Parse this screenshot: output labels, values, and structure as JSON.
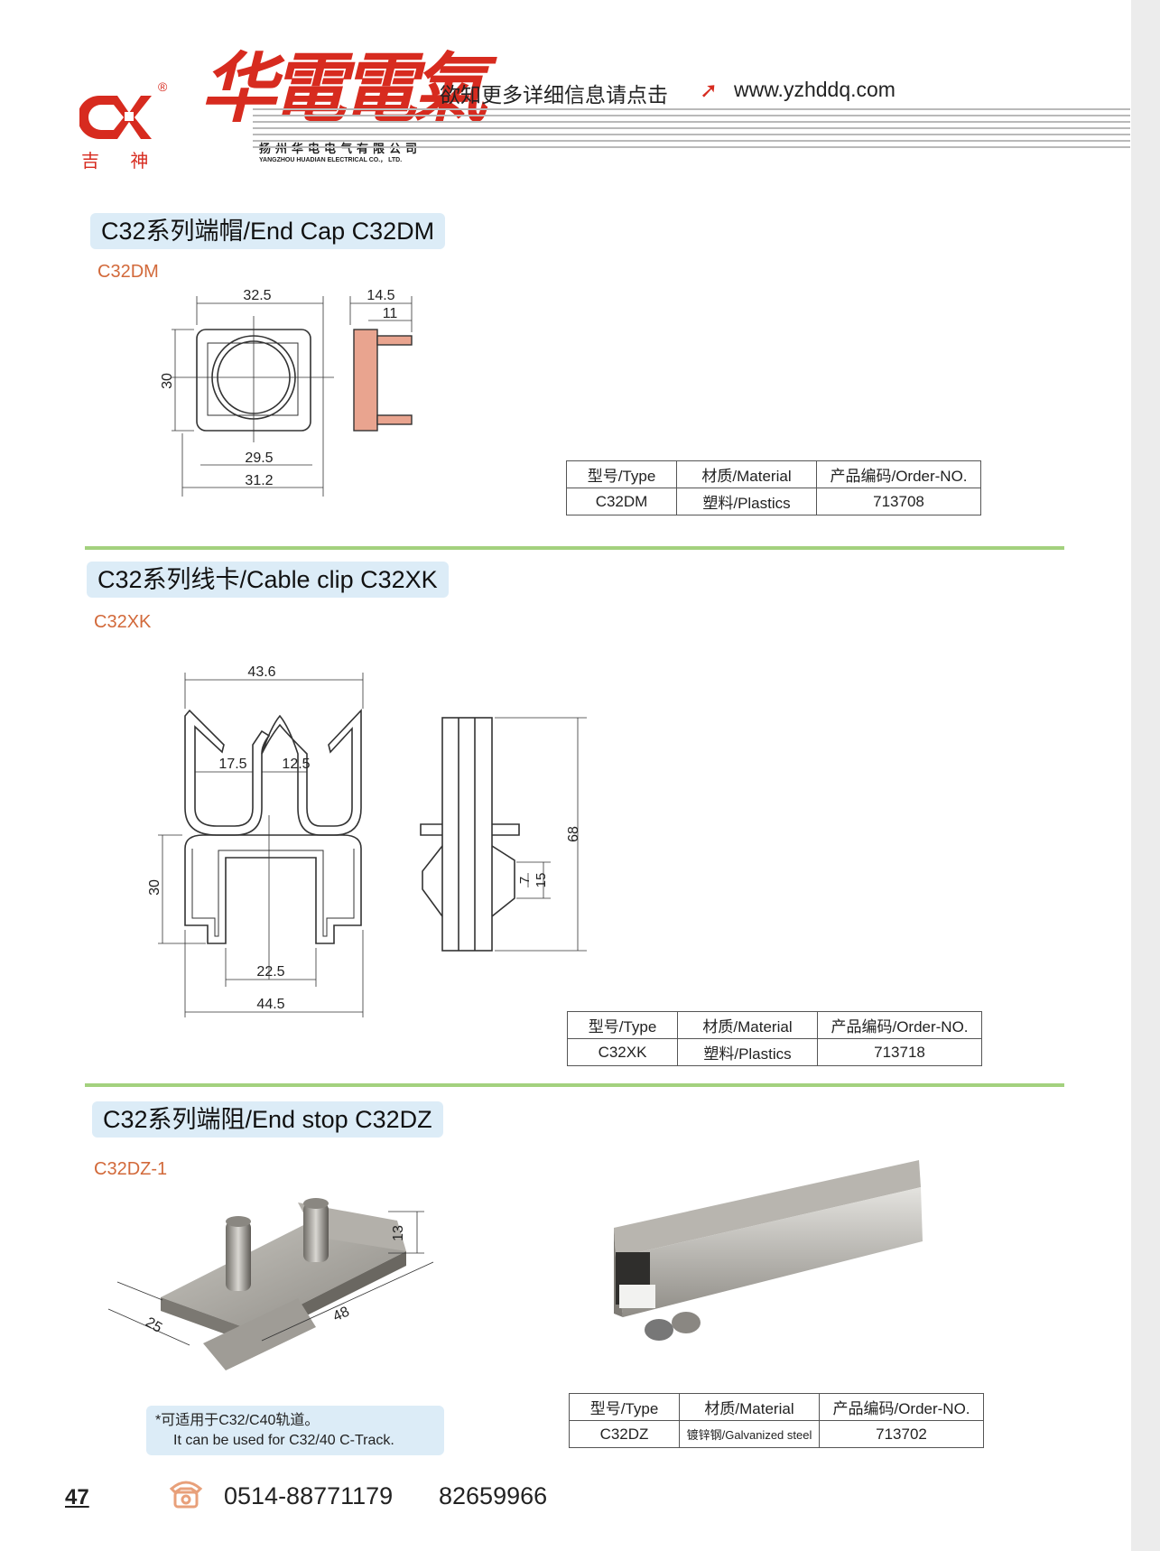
{
  "header": {
    "brand_sub_cn": "吉 神",
    "brand_script": "华電電氣",
    "company_cn": "扬州华电电气有限公司",
    "company_en": "YANGZHOU HUADIAN ELECTRICAL CO.， LTD.",
    "info_text": "欲知更多详细信息请点击",
    "url": "www.yzhddq.com",
    "logo_text": "CX",
    "reg_mark": "®"
  },
  "sections": [
    {
      "title": "C32系列端帽/End Cap C32DM",
      "model_label": "C32DM",
      "dims": [
        "32.5",
        "14.5",
        "11",
        "30",
        "29.5",
        "31.2"
      ],
      "table": {
        "headers": [
          "型号/Type",
          "材质/Material",
          "产品编码/Order-NO."
        ],
        "row": [
          "C32DM",
          "塑料/Plastics",
          "713708"
        ]
      }
    },
    {
      "title": "C32系列线卡/Cable clip C32XK",
      "model_label": "C32XK",
      "dims": [
        "43.6",
        "17.5",
        "12.5",
        "30",
        "22.5",
        "44.5",
        "68",
        "7",
        "15"
      ],
      "table": {
        "headers": [
          "型号/Type",
          "材质/Material",
          "产品编码/Order-NO."
        ],
        "row": [
          "C32XK",
          "塑料/Plastics",
          "713718"
        ]
      }
    },
    {
      "title": "C32系列端阻/End stop C32DZ",
      "model_label": "C32DZ-1",
      "dims": [
        "13",
        "25",
        "48"
      ],
      "note_line1": "*可适用于C32/C40轨道。",
      "note_line2": "It can be used for C32/40 C-Track.",
      "table": {
        "headers": [
          "型号/Type",
          "材质/Material",
          "产品编码/Order-NO."
        ],
        "row": [
          "C32DZ",
          "镀锌钢/Galvanized steel",
          "713702"
        ]
      }
    }
  ],
  "footer": {
    "page_number": "47",
    "phone1": "0514-88771179",
    "phone2": "82659966"
  },
  "colors": {
    "brand_red": "#d72b1f",
    "title_bg": "#dcecf7",
    "separator_green": "#a3d17e",
    "model_label": "#d2693a",
    "cap_fill": "#e9a48f"
  }
}
